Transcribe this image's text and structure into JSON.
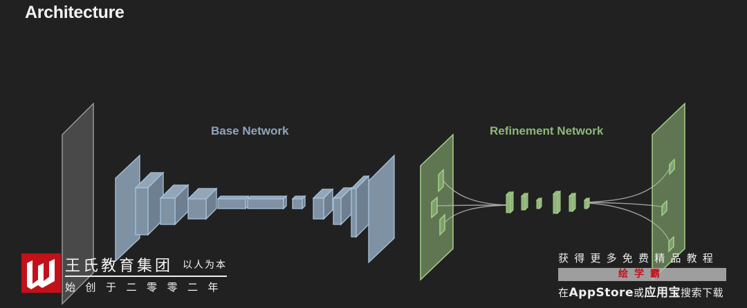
{
  "slide": {
    "title": "Architecture",
    "base_network_label": "Base Network",
    "refinement_network_label": "Refinement Network"
  },
  "watermark_left": {
    "logo_letter": "W",
    "name": "王氏教育集团",
    "motto": "以人为本",
    "founded": "始创于二零零二年"
  },
  "watermark_right": {
    "line1": "获得更多免费精品教程",
    "brand": "绘学霸",
    "line3_pre": "在",
    "line3_app": "AppStore",
    "line3_mid": "或",
    "line3_store": "应用宝",
    "line3_post": "搜索下载"
  },
  "colors": {
    "background": "#212121",
    "base": "#8fa6bd",
    "refinement": "#8db87a",
    "logo": "#c1121a"
  }
}
